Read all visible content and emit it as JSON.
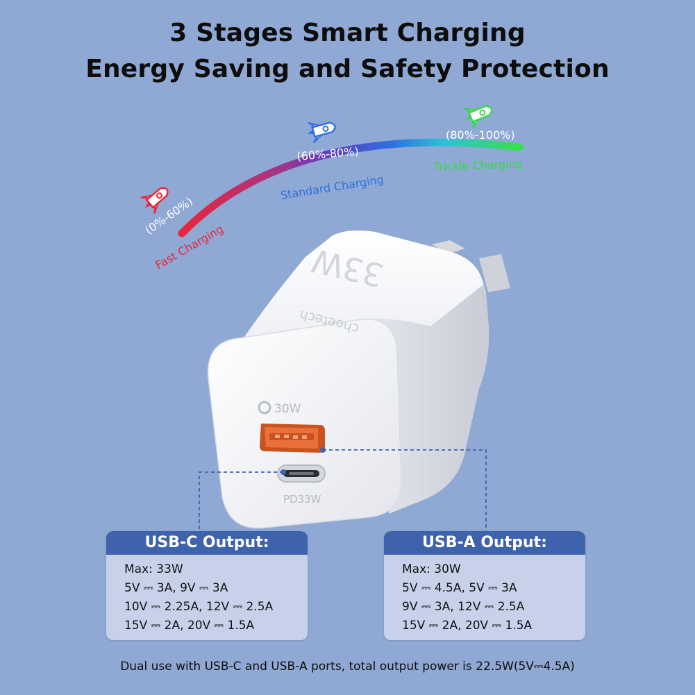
{
  "headline": {
    "line1": "3 Stages Smart Charging",
    "line2": "Energy Saving and Safety Protection"
  },
  "stages": [
    {
      "range": "(0%-60%)",
      "name": "Fast Charging",
      "color": "#e8263b",
      "icon": "rocket-icon"
    },
    {
      "range": "(60%-80%)",
      "name": "Standard Charging",
      "color": "#2f6fe0",
      "icon": "rocket-icon"
    },
    {
      "range": "(80%-100%)",
      "name": "Trickle Charging",
      "color": "#35d94a",
      "icon": "rocket-icon"
    }
  ],
  "charger": {
    "wattage_mark": "33W",
    "brand": "choetech",
    "usba_port_label": "30W",
    "usbc_port_label": "PD33W"
  },
  "usb_c": {
    "title": "USB-C Output:",
    "lines": [
      "Max: 33W",
      "5V ⎓ 3A, 9V ⎓ 3A",
      "10V ⎓ 2.25A, 12V ⎓ 2.5A",
      "15V ⎓ 2A, 20V ⎓ 1.5A"
    ]
  },
  "usb_a": {
    "title": "USB-A Output:",
    "lines": [
      "Max: 30W",
      "5V ⎓ 4.5A, 5V ⎓ 3A",
      "9V ⎓ 3A, 12V ⎓ 2.5A",
      "15V ⎓ 2A, 20V ⎓ 1.5A"
    ]
  },
  "footer": "Dual use with USB-C and USB-A ports, total output power is 22.5W(5V⎓4.5A)",
  "colors": {
    "background": "#8fa9d4",
    "panel_header": "#3e63ac",
    "panel_body": "#c7d2ea",
    "usba_port": "#e9703a"
  }
}
